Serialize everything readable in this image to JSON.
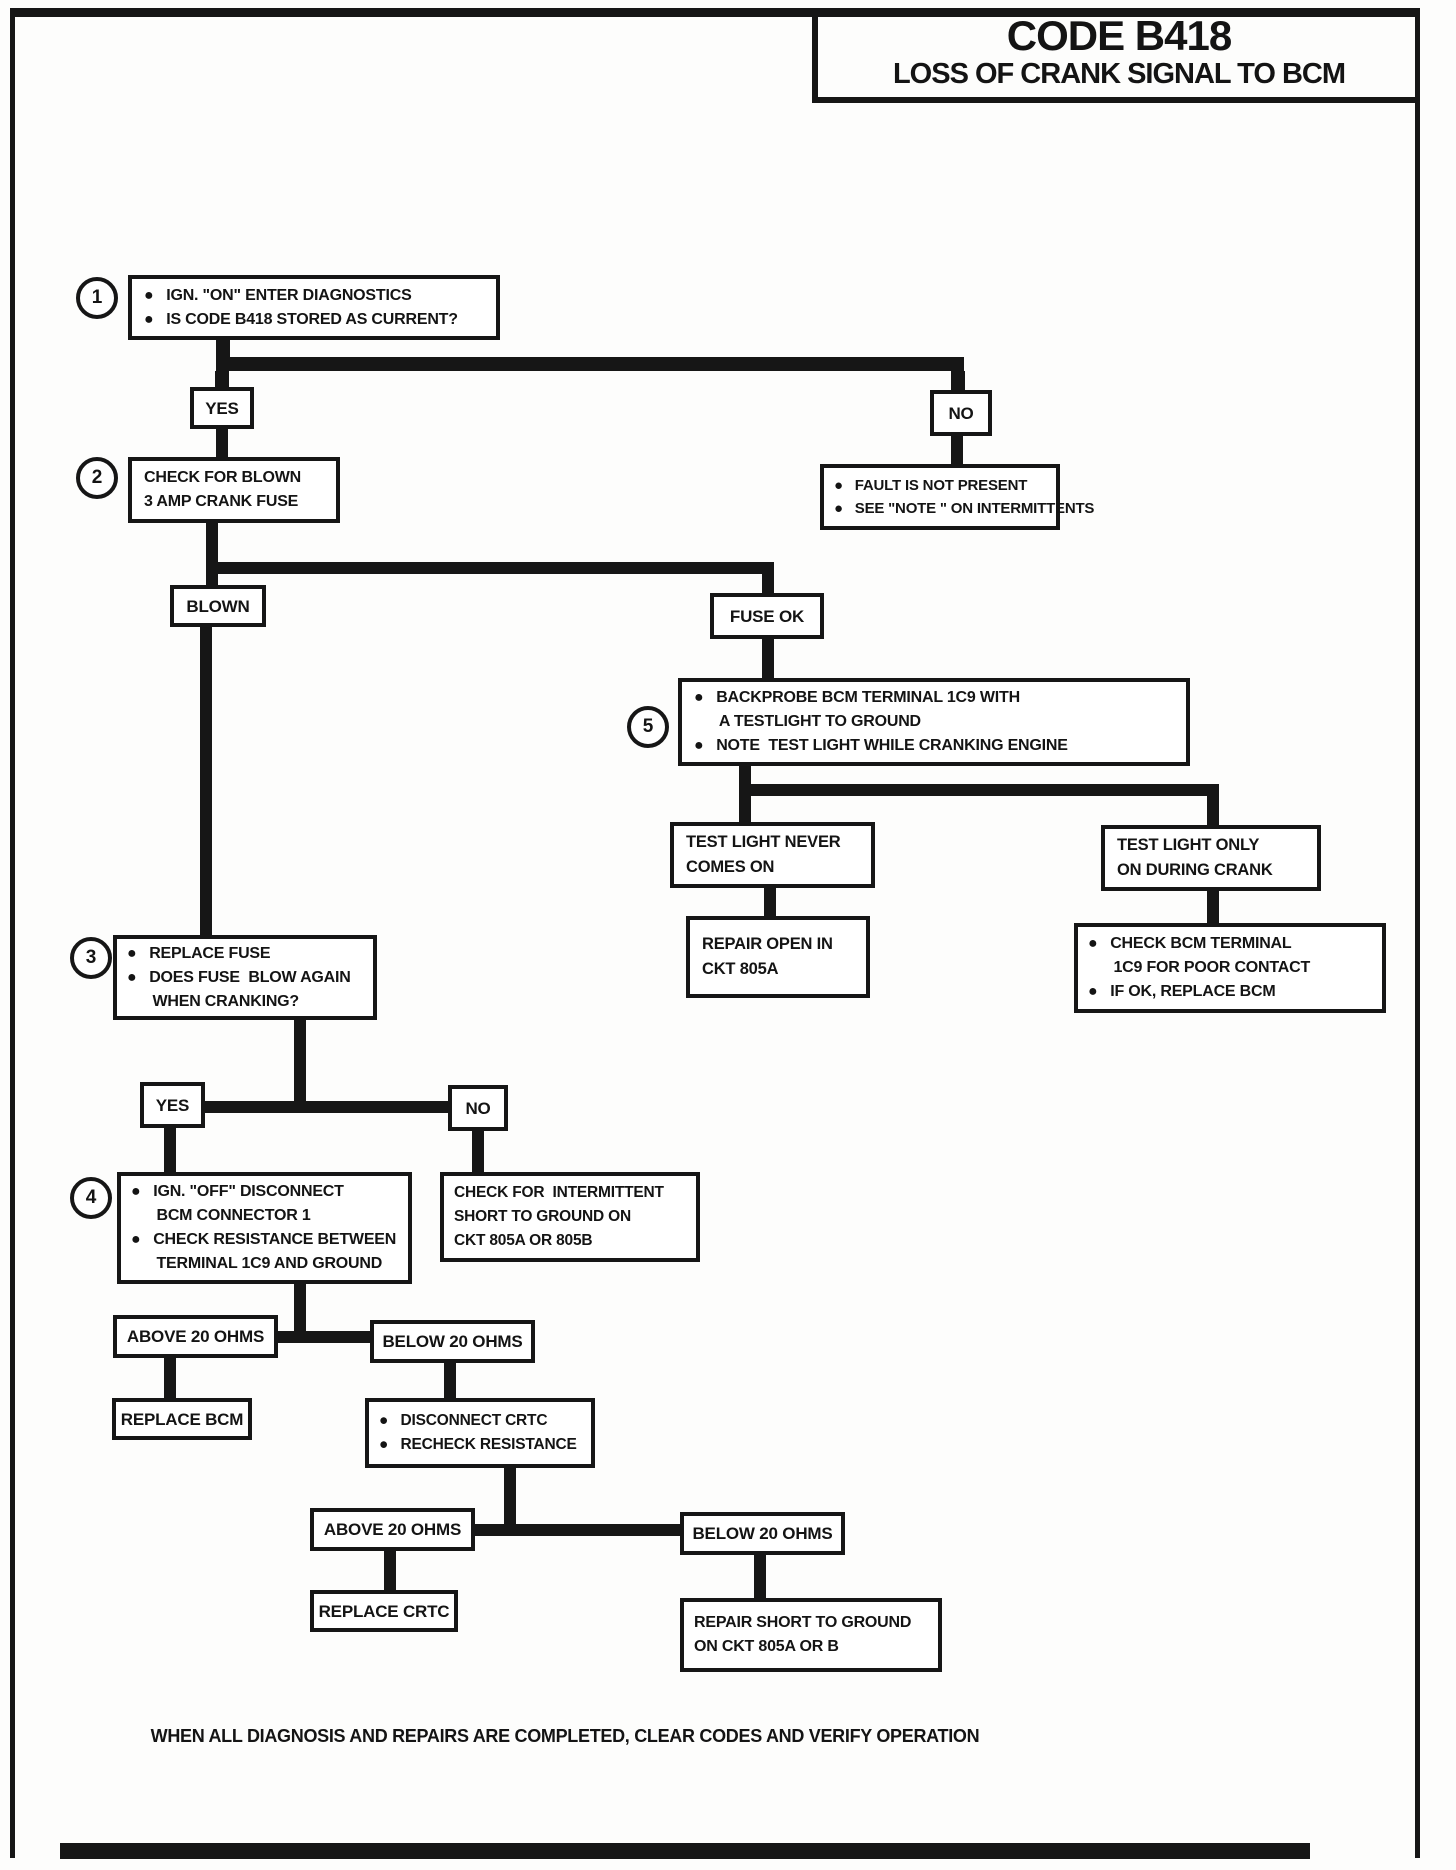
{
  "title": {
    "code": "CODE B418",
    "subtitle": "LOSS OF CRANK SIGNAL TO BCM"
  },
  "footer": {
    "note": "WHEN ALL DIAGNOSIS AND REPAIRS ARE COMPLETED, CLEAR CODES AND VERIFY OPERATION"
  },
  "steps": {
    "s1": {
      "num": "1"
    },
    "s2": {
      "num": "2"
    },
    "s3": {
      "num": "3"
    },
    "s4": {
      "num": "4"
    },
    "s5": {
      "num": "5"
    }
  },
  "nodes": {
    "step1": {
      "lines": [
        "●   IGN. \"ON\" ENTER DIAGNOSTICS",
        "●   IS CODE B418 STORED AS CURRENT?"
      ]
    },
    "yes1": {
      "label": "YES"
    },
    "no1": {
      "label": "NO"
    },
    "step2": {
      "lines": [
        "CHECK FOR BLOWN",
        "3 AMP CRANK FUSE"
      ]
    },
    "fault": {
      "lines": [
        "●   FAULT IS NOT PRESENT",
        "●   SEE \"NOTE \" ON INTERMITTENTS"
      ]
    },
    "blown": {
      "label": "BLOWN"
    },
    "fuseok": {
      "label": "FUSE OK"
    },
    "step5": {
      "lines": [
        "●   BACKPROBE BCM TERMINAL 1C9 WITH",
        "      A TESTLIGHT TO GROUND",
        "●   NOTE  TEST LIGHT WHILE CRANKING ENGINE"
      ]
    },
    "testlight_never": {
      "lines": [
        "TEST LIGHT NEVER",
        "COMES ON"
      ]
    },
    "repair_open": {
      "lines": [
        "REPAIR OPEN IN",
        "CKT 805A"
      ]
    },
    "testlight_only": {
      "lines": [
        "TEST LIGHT ONLY",
        "ON DURING CRANK"
      ]
    },
    "check_bcm": {
      "lines": [
        "●   CHECK BCM TERMINAL",
        "      1C9 FOR POOR CONTACT",
        "●   IF OK, REPLACE BCM"
      ]
    },
    "step3": {
      "lines": [
        "●   REPLACE FUSE",
        "●   DOES FUSE  BLOW AGAIN",
        "      WHEN CRANKING?"
      ]
    },
    "yes2": {
      "label": "YES"
    },
    "no2": {
      "label": "NO"
    },
    "step4": {
      "lines": [
        "●   IGN. \"OFF\" DISCONNECT",
        "      BCM CONNECTOR 1",
        "●   CHECK RESISTANCE BETWEEN",
        "      TERMINAL 1C9 AND GROUND"
      ]
    },
    "check_intermittent": {
      "lines": [
        "CHECK FOR  INTERMITTENT",
        "SHORT TO GROUND ON",
        "CKT 805A OR 805B"
      ]
    },
    "above1": {
      "label": "ABOVE 20 OHMS"
    },
    "below1": {
      "label": "BELOW 20 OHMS"
    },
    "replace_bcm": {
      "label": "REPLACE BCM"
    },
    "disconnect_crtc": {
      "lines": [
        "●   DISCONNECT CRTC",
        "●   RECHECK RESISTANCE"
      ]
    },
    "above2": {
      "label": "ABOVE 20 OHMS"
    },
    "below2": {
      "label": "BELOW 20 OHMS"
    },
    "replace_crtc": {
      "label": "REPLACE CRTC"
    },
    "repair_short": {
      "lines": [
        "REPAIR SHORT TO GROUND",
        "ON CKT 805A OR B"
      ]
    }
  }
}
